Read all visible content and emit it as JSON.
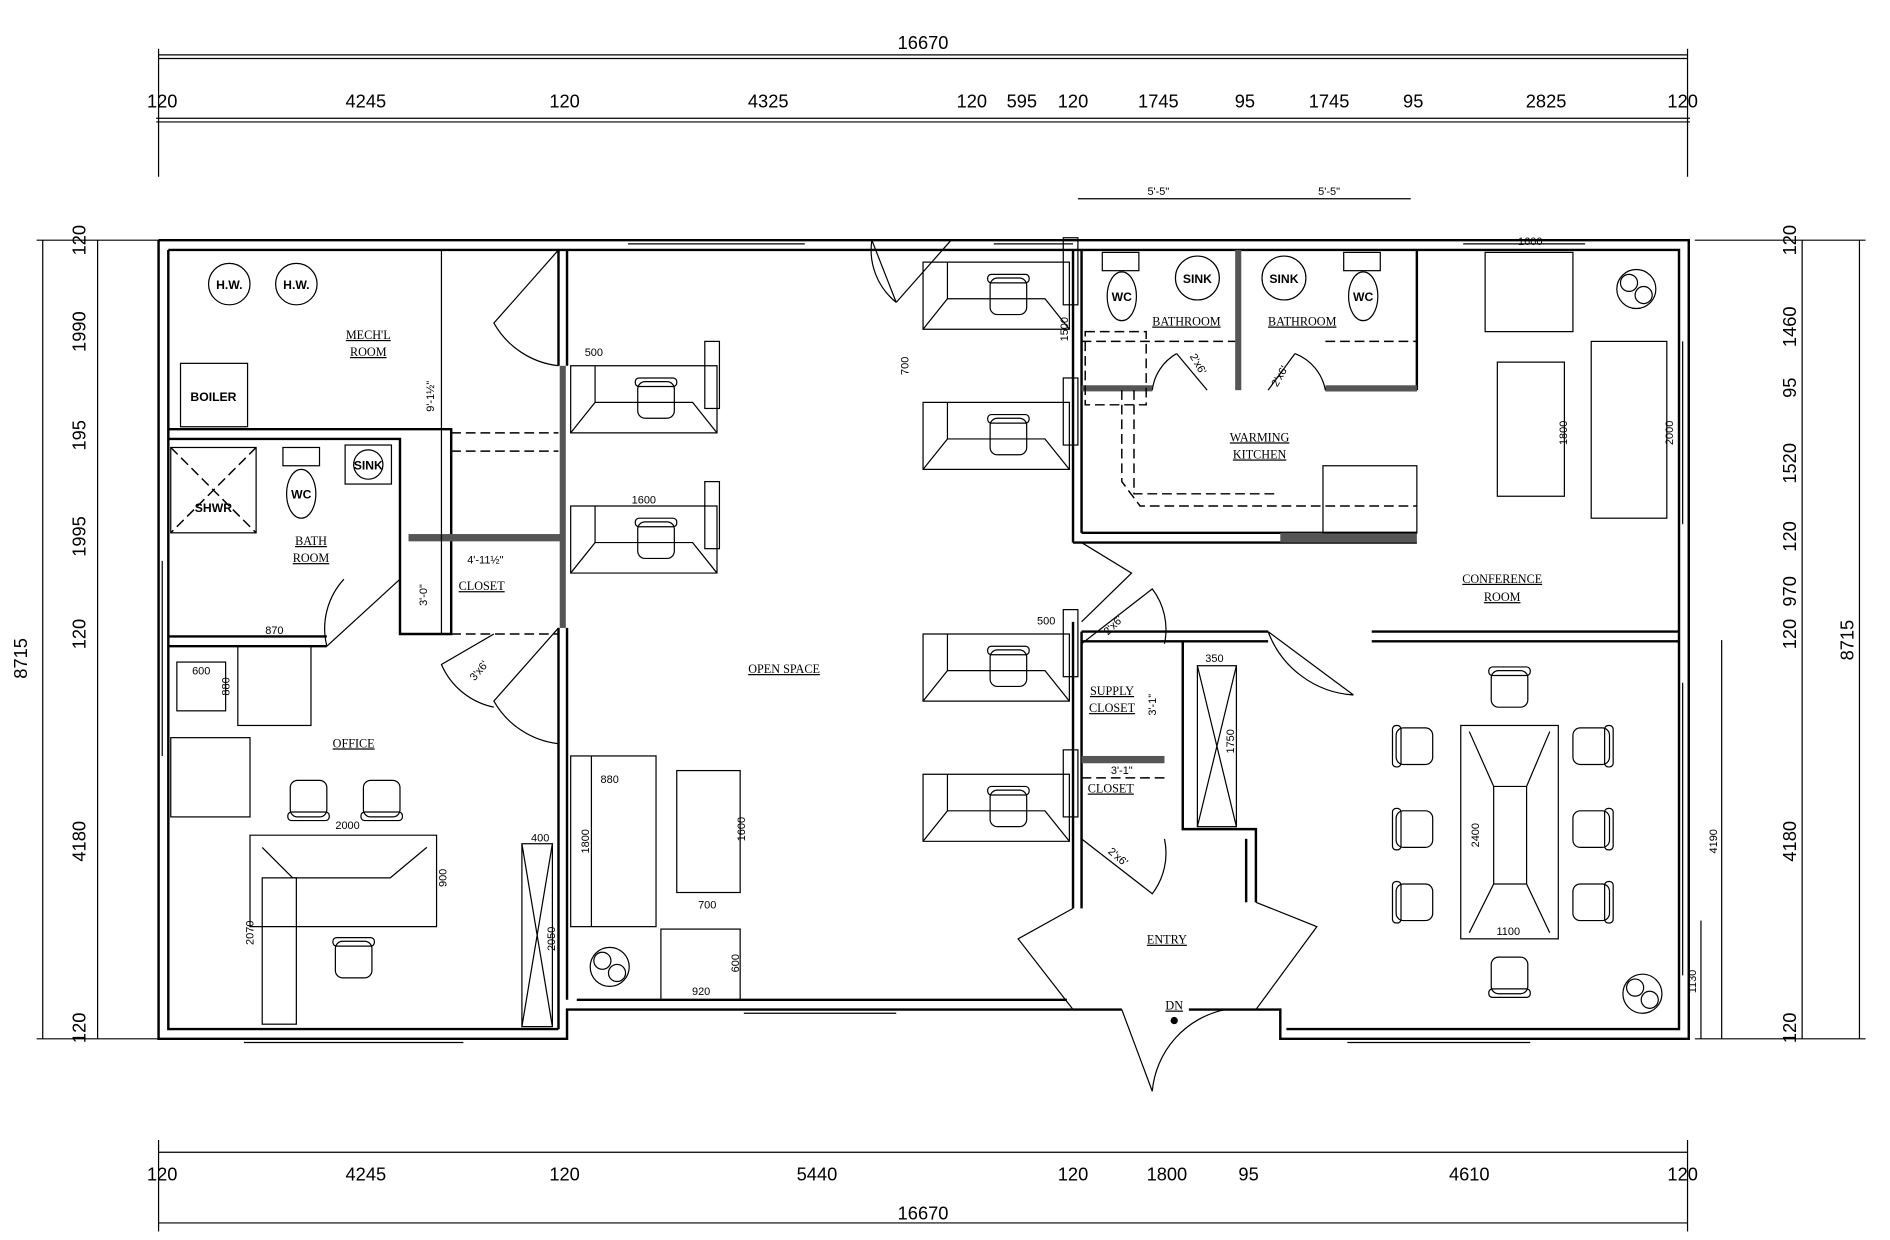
{
  "overall": {
    "width": "16670",
    "height": "8715"
  },
  "top_dims": [
    "120",
    "4245",
    "120",
    "4325",
    "120",
    "595",
    "120",
    "1745",
    "95",
    "1745",
    "95",
    "2825",
    "120"
  ],
  "bottom_dims": [
    "120",
    "4245",
    "120",
    "5440",
    "120",
    "1800",
    "95",
    "4610",
    "120"
  ],
  "left_dims": [
    "120",
    "1990",
    "195",
    "1995",
    "120",
    "4180",
    "120"
  ],
  "right_dims": [
    "120",
    "1460",
    "95",
    "1520",
    "120",
    "970",
    "120",
    "4180",
    "120"
  ],
  "right_inner_dims": [
    "4190",
    "1130"
  ],
  "bath_widths": [
    "5'-5\"",
    "5'-5\""
  ],
  "rooms": {
    "mech": [
      "MECH'L",
      "ROOM"
    ],
    "bath": [
      "BATH",
      "ROOM"
    ],
    "closet_left": "CLOSET",
    "office": "OFFICE",
    "open_space": "OPEN SPACE",
    "bathroom_1": "BATHROOM",
    "bathroom_2": "BATHROOM",
    "kitchen": [
      "WARMING",
      "KITCHEN"
    ],
    "conference": [
      "CONFERENCE",
      "ROOM"
    ],
    "supply": [
      "SUPPLY",
      "CLOSET"
    ],
    "closet_right": "CLOSET",
    "entry": "ENTRY",
    "stairs": "DN"
  },
  "fixtures": {
    "hw": "H.W.",
    "boiler": "BOILER",
    "shower": "SHWR",
    "wc": "WC",
    "sink": "SINK"
  },
  "annotations": {
    "mech_height": "9'-1½\"",
    "closet_width": "4'-11½\"",
    "closet_depth": "3'-0\"",
    "door_3x6": "3'x6'",
    "door_2x6": "2'x6'",
    "closet_right_width": "3'-1\"",
    "supply_depth": "3'-1\""
  },
  "furniture_dims": {
    "desk_w": "1600",
    "desk_d": "700",
    "return_w": "500",
    "return_h": "1500",
    "sofa_w": "880",
    "sofa_l": "1800",
    "table_w": "700",
    "table_l": "1600",
    "chair_w": "920",
    "chair_d": "600",
    "shelf_w": "400",
    "shelf_l": "2050",
    "office_desk": "2000",
    "office_desk_d": "900",
    "office_l": "2070",
    "bath_dim": "870",
    "armchair": "600",
    "armchair_d": "880",
    "cabinet_w": "350",
    "cabinet_l": "1750",
    "conf_table_w": "1100",
    "conf_table_l": "2400",
    "conf_sofa_l": "2000",
    "conf_ct_l": "1800",
    "top_window": "1600",
    "small_win": "500"
  }
}
